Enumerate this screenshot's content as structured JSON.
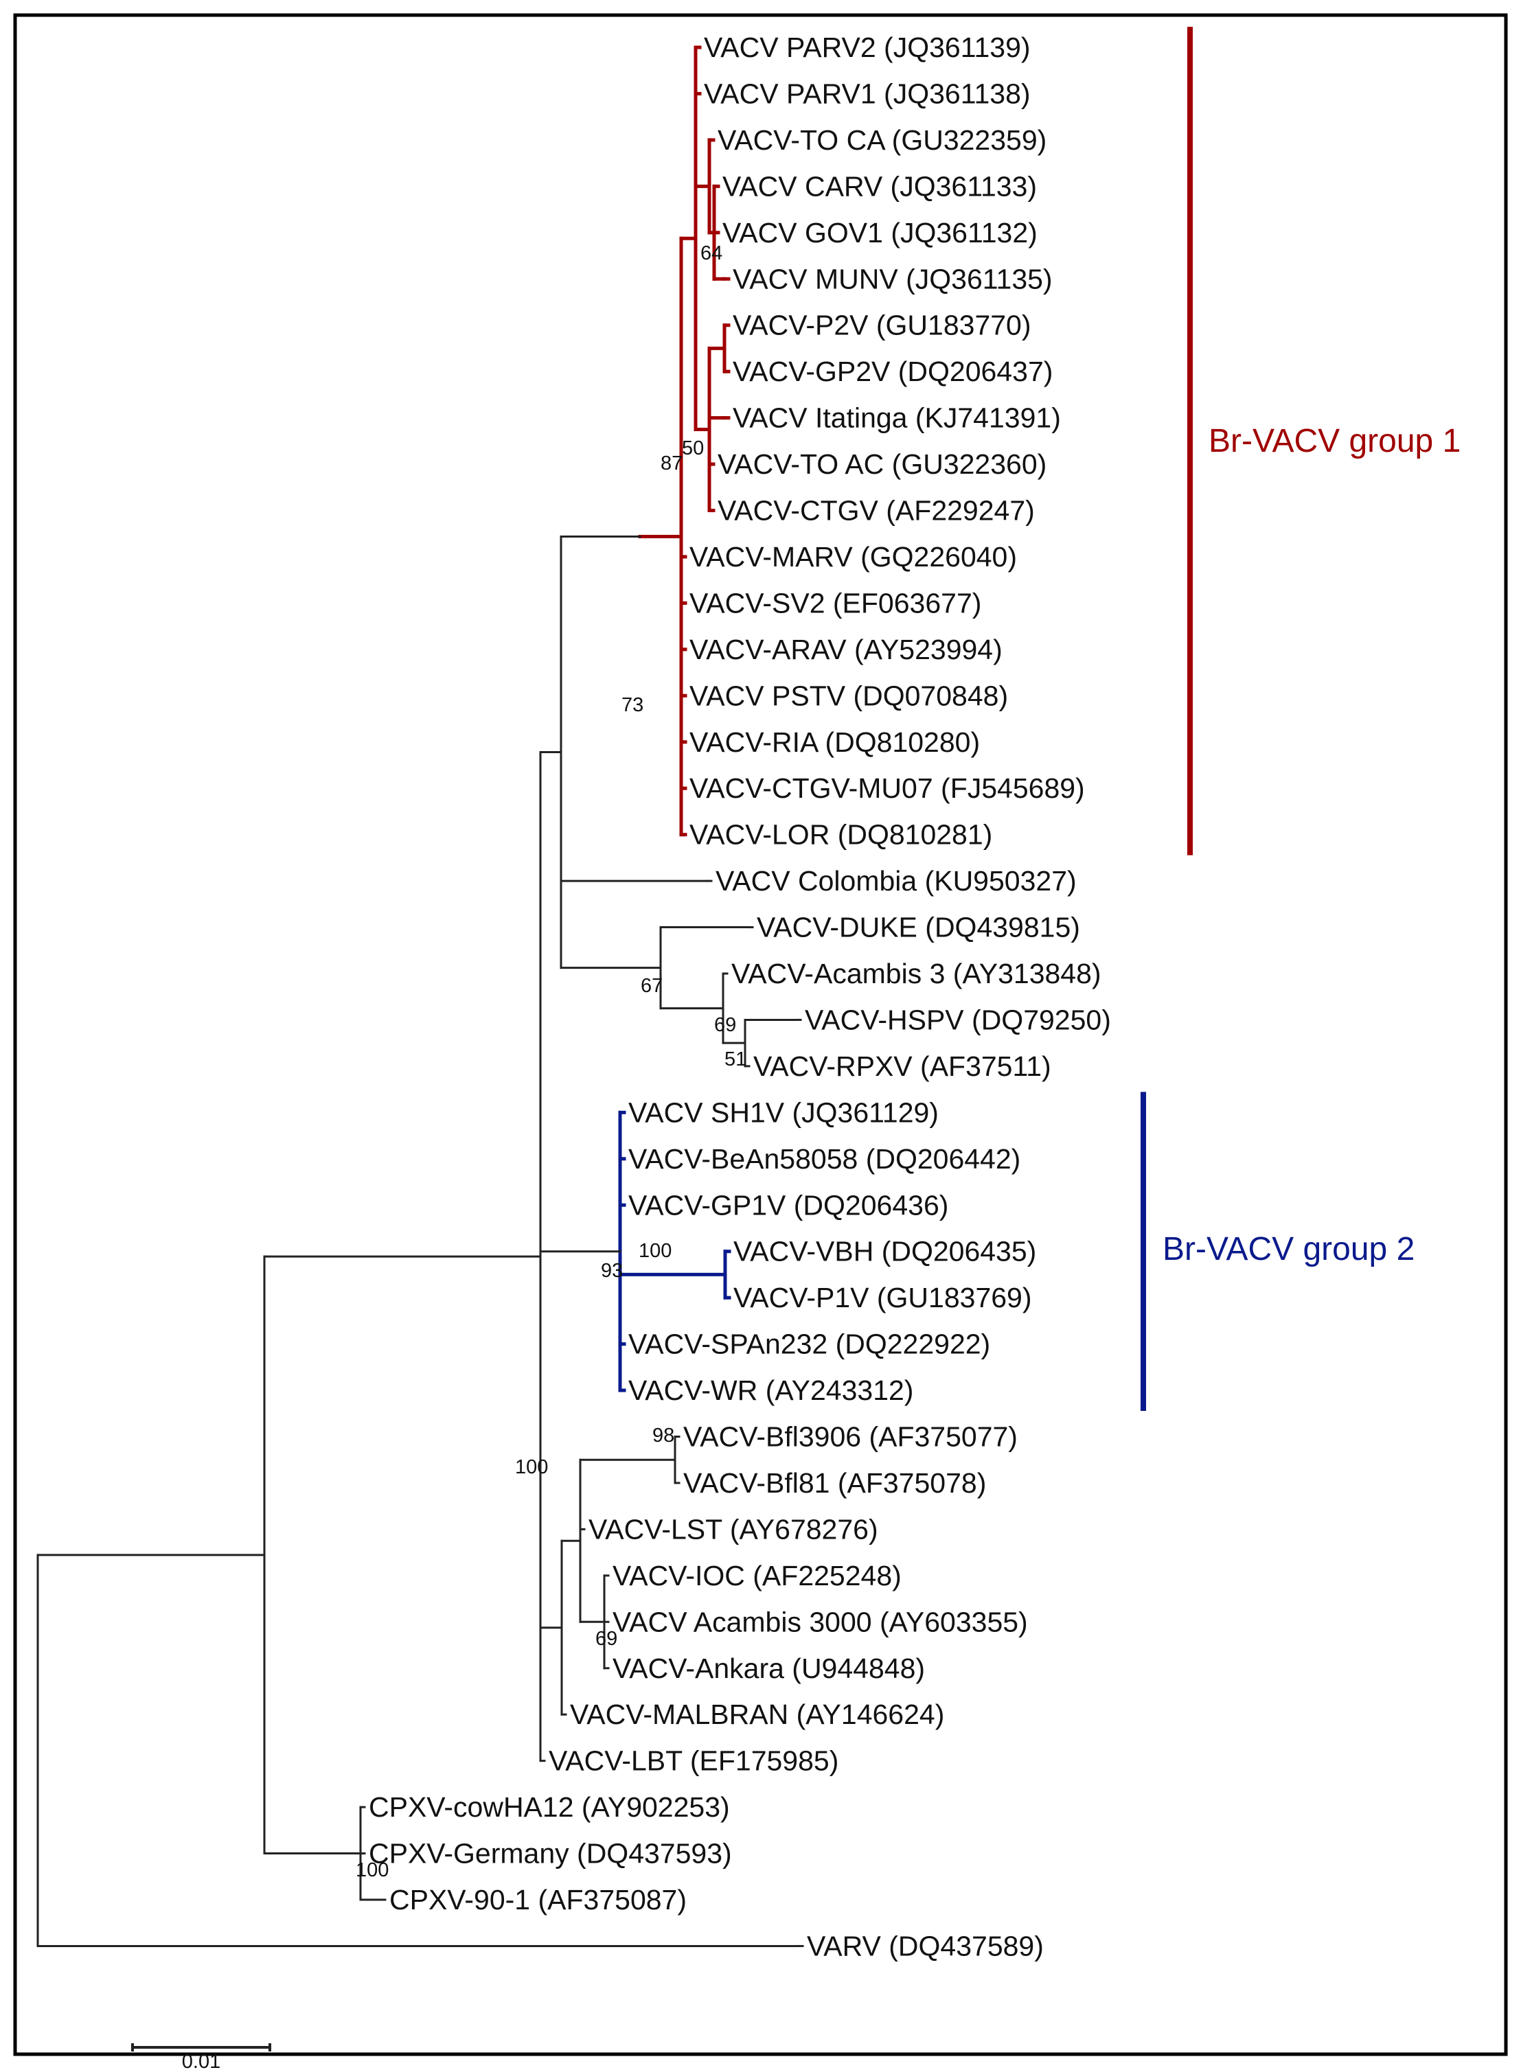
{
  "colors": {
    "group1": "#a00000",
    "group2": "#0a1a8c",
    "tree": "#222222",
    "border": "#000000"
  },
  "groups": [
    {
      "id": "g1",
      "label": "Br-VACV group 1",
      "color": "#a00000"
    },
    {
      "id": "g2",
      "label": "Br-VACV group 2",
      "color": "#0a1a8c"
    }
  ],
  "leaves": [
    {
      "id": "PARV2",
      "label": "VACV PARV2 (JQ361139)",
      "group": "g1"
    },
    {
      "id": "PARV1",
      "label": "VACV PARV1 (JQ361138)",
      "group": "g1"
    },
    {
      "id": "TOCA",
      "label": "VACV-TO CA (GU322359)",
      "group": "g1"
    },
    {
      "id": "CARV",
      "label": "VACV CARV (JQ361133)",
      "group": "g1"
    },
    {
      "id": "GOV1",
      "label": "VACV GOV1 (JQ361132)",
      "group": "g1"
    },
    {
      "id": "MUNV",
      "label": "VACV MUNV (JQ361135)",
      "group": "g1"
    },
    {
      "id": "P2V",
      "label": "VACV-P2V (GU183770)",
      "group": "g1"
    },
    {
      "id": "GP2V",
      "label": "VACV-GP2V (DQ206437)",
      "group": "g1"
    },
    {
      "id": "Itatinga",
      "label": "VACV Itatinga (KJ741391)",
      "group": "g1"
    },
    {
      "id": "TOAC",
      "label": "VACV-TO AC (GU322360)",
      "group": "g1"
    },
    {
      "id": "CTGV",
      "label": "VACV-CTGV (AF229247)",
      "group": "g1"
    },
    {
      "id": "MARV",
      "label": "VACV-MARV (GQ226040)",
      "group": "g1"
    },
    {
      "id": "SV2",
      "label": "VACV-SV2 (EF063677)",
      "group": "g1"
    },
    {
      "id": "ARAV",
      "label": "VACV-ARAV (AY523994)",
      "group": "g1"
    },
    {
      "id": "PSTV",
      "label": "VACV PSTV (DQ070848)",
      "group": "g1"
    },
    {
      "id": "RIA",
      "label": "VACV-RIA (DQ810280)",
      "group": "g1"
    },
    {
      "id": "CTGVMU07",
      "label": "VACV-CTGV-MU07 (FJ545689)",
      "group": "g1"
    },
    {
      "id": "LOR",
      "label": "VACV-LOR (DQ810281)",
      "group": "g1"
    },
    {
      "id": "Colombia",
      "label": "VACV Colombia (KU950327)",
      "group": null
    },
    {
      "id": "DUKE",
      "label": "VACV-DUKE (DQ439815)",
      "group": null
    },
    {
      "id": "Acambis3",
      "label": "VACV-Acambis 3 (AY313848)",
      "group": null
    },
    {
      "id": "HSPV",
      "label": "VACV-HSPV (DQ79250)",
      "group": null
    },
    {
      "id": "RPXV",
      "label": "VACV-RPXV (AF37511)",
      "group": null
    },
    {
      "id": "SH1V",
      "label": "VACV SH1V (JQ361129)",
      "group": "g2"
    },
    {
      "id": "BeAn58058",
      "label": "VACV-BeAn58058 (DQ206442)",
      "group": "g2"
    },
    {
      "id": "GP1V",
      "label": "VACV-GP1V (DQ206436)",
      "group": "g2"
    },
    {
      "id": "VBH",
      "label": "VACV-VBH (DQ206435)",
      "group": "g2"
    },
    {
      "id": "P1V",
      "label": "VACV-P1V (GU183769)",
      "group": "g2"
    },
    {
      "id": "SPAn232",
      "label": "VACV-SPAn232 (DQ222922)",
      "group": "g2"
    },
    {
      "id": "WR",
      "label": "VACV-WR (AY243312)",
      "group": "g2"
    },
    {
      "id": "Bfl3906",
      "label": "VACV-Bfl3906 (AF375077)",
      "group": null
    },
    {
      "id": "Bfl81",
      "label": "VACV-Bfl81 (AF375078)",
      "group": null
    },
    {
      "id": "LST",
      "label": "VACV-LST (AY678276)",
      "group": null
    },
    {
      "id": "IOC",
      "label": "VACV-IOC (AF225248)",
      "group": null
    },
    {
      "id": "Acambis3000",
      "label": "VACV Acambis 3000 (AY603355)",
      "group": null
    },
    {
      "id": "Ankara",
      "label": "VACV-Ankara (U944848)",
      "group": null
    },
    {
      "id": "MALBRAN",
      "label": "VACV-MALBRAN (AY146624)",
      "group": null
    },
    {
      "id": "LBT",
      "label": "VACV-LBT (EF175985)",
      "group": null
    },
    {
      "id": "cowHA12",
      "label": "CPXV-cowHA12 (AY902253)",
      "group": null
    },
    {
      "id": "Germany",
      "label": "CPXV-Germany (DQ437593)",
      "group": null
    },
    {
      "id": "CPXV901",
      "label": "CPXV-90-1 (AF375087)",
      "group": null
    },
    {
      "id": "VARV",
      "label": "VARV (DQ437589)",
      "group": null
    }
  ],
  "bootstrap": [
    {
      "id": "b64",
      "value": "64"
    },
    {
      "id": "b50",
      "value": "50"
    },
    {
      "id": "b87",
      "value": "87"
    },
    {
      "id": "b73",
      "value": "73"
    },
    {
      "id": "b67",
      "value": "67"
    },
    {
      "id": "b69a",
      "value": "69"
    },
    {
      "id": "b51",
      "value": "51"
    },
    {
      "id": "b100a",
      "value": "100"
    },
    {
      "id": "b93",
      "value": "93"
    },
    {
      "id": "b98",
      "value": "98"
    },
    {
      "id": "b69b",
      "value": "69"
    },
    {
      "id": "b100b",
      "value": "100"
    },
    {
      "id": "b100c",
      "value": "100"
    }
  ],
  "scale_bar": {
    "label": "0.01",
    "value": 0.01
  }
}
